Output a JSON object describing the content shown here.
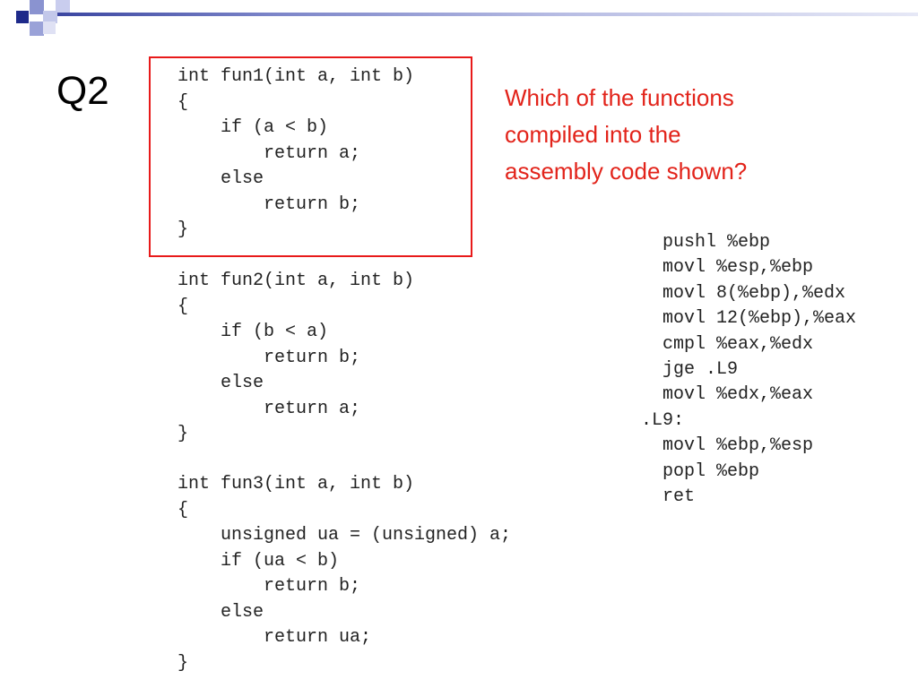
{
  "slide": {
    "label": "Q2",
    "question_lines": [
      "Which of the functions",
      "compiled into the",
      "assembly code shown?"
    ],
    "accent_color": "#e2231a",
    "highlight_color": "#e81a1a"
  },
  "code": {
    "fun1": [
      "int fun1(int a, int b)",
      "{",
      "    if (a < b)",
      "        return a;",
      "    else",
      "        return b;",
      "}"
    ],
    "fun2": [
      "int fun2(int a, int b)",
      "{",
      "    if (b < a)",
      "        return b;",
      "    else",
      "        return a;",
      "}"
    ],
    "fun3": [
      "int fun3(int a, int b)",
      "{",
      "    unsigned ua = (unsigned) a;",
      "    if (ua < b)",
      "        return b;",
      "    else",
      "        return ua;",
      "}"
    ]
  },
  "assembly": [
    "  pushl %ebp",
    "  movl %esp,%ebp",
    "  movl 8(%ebp),%edx",
    "  movl 12(%ebp),%eax",
    "  cmpl %eax,%edx",
    "  jge .L9",
    "  movl %edx,%eax",
    ".L9:",
    "  movl %ebp,%esp",
    "  popl %ebp",
    "  ret"
  ]
}
